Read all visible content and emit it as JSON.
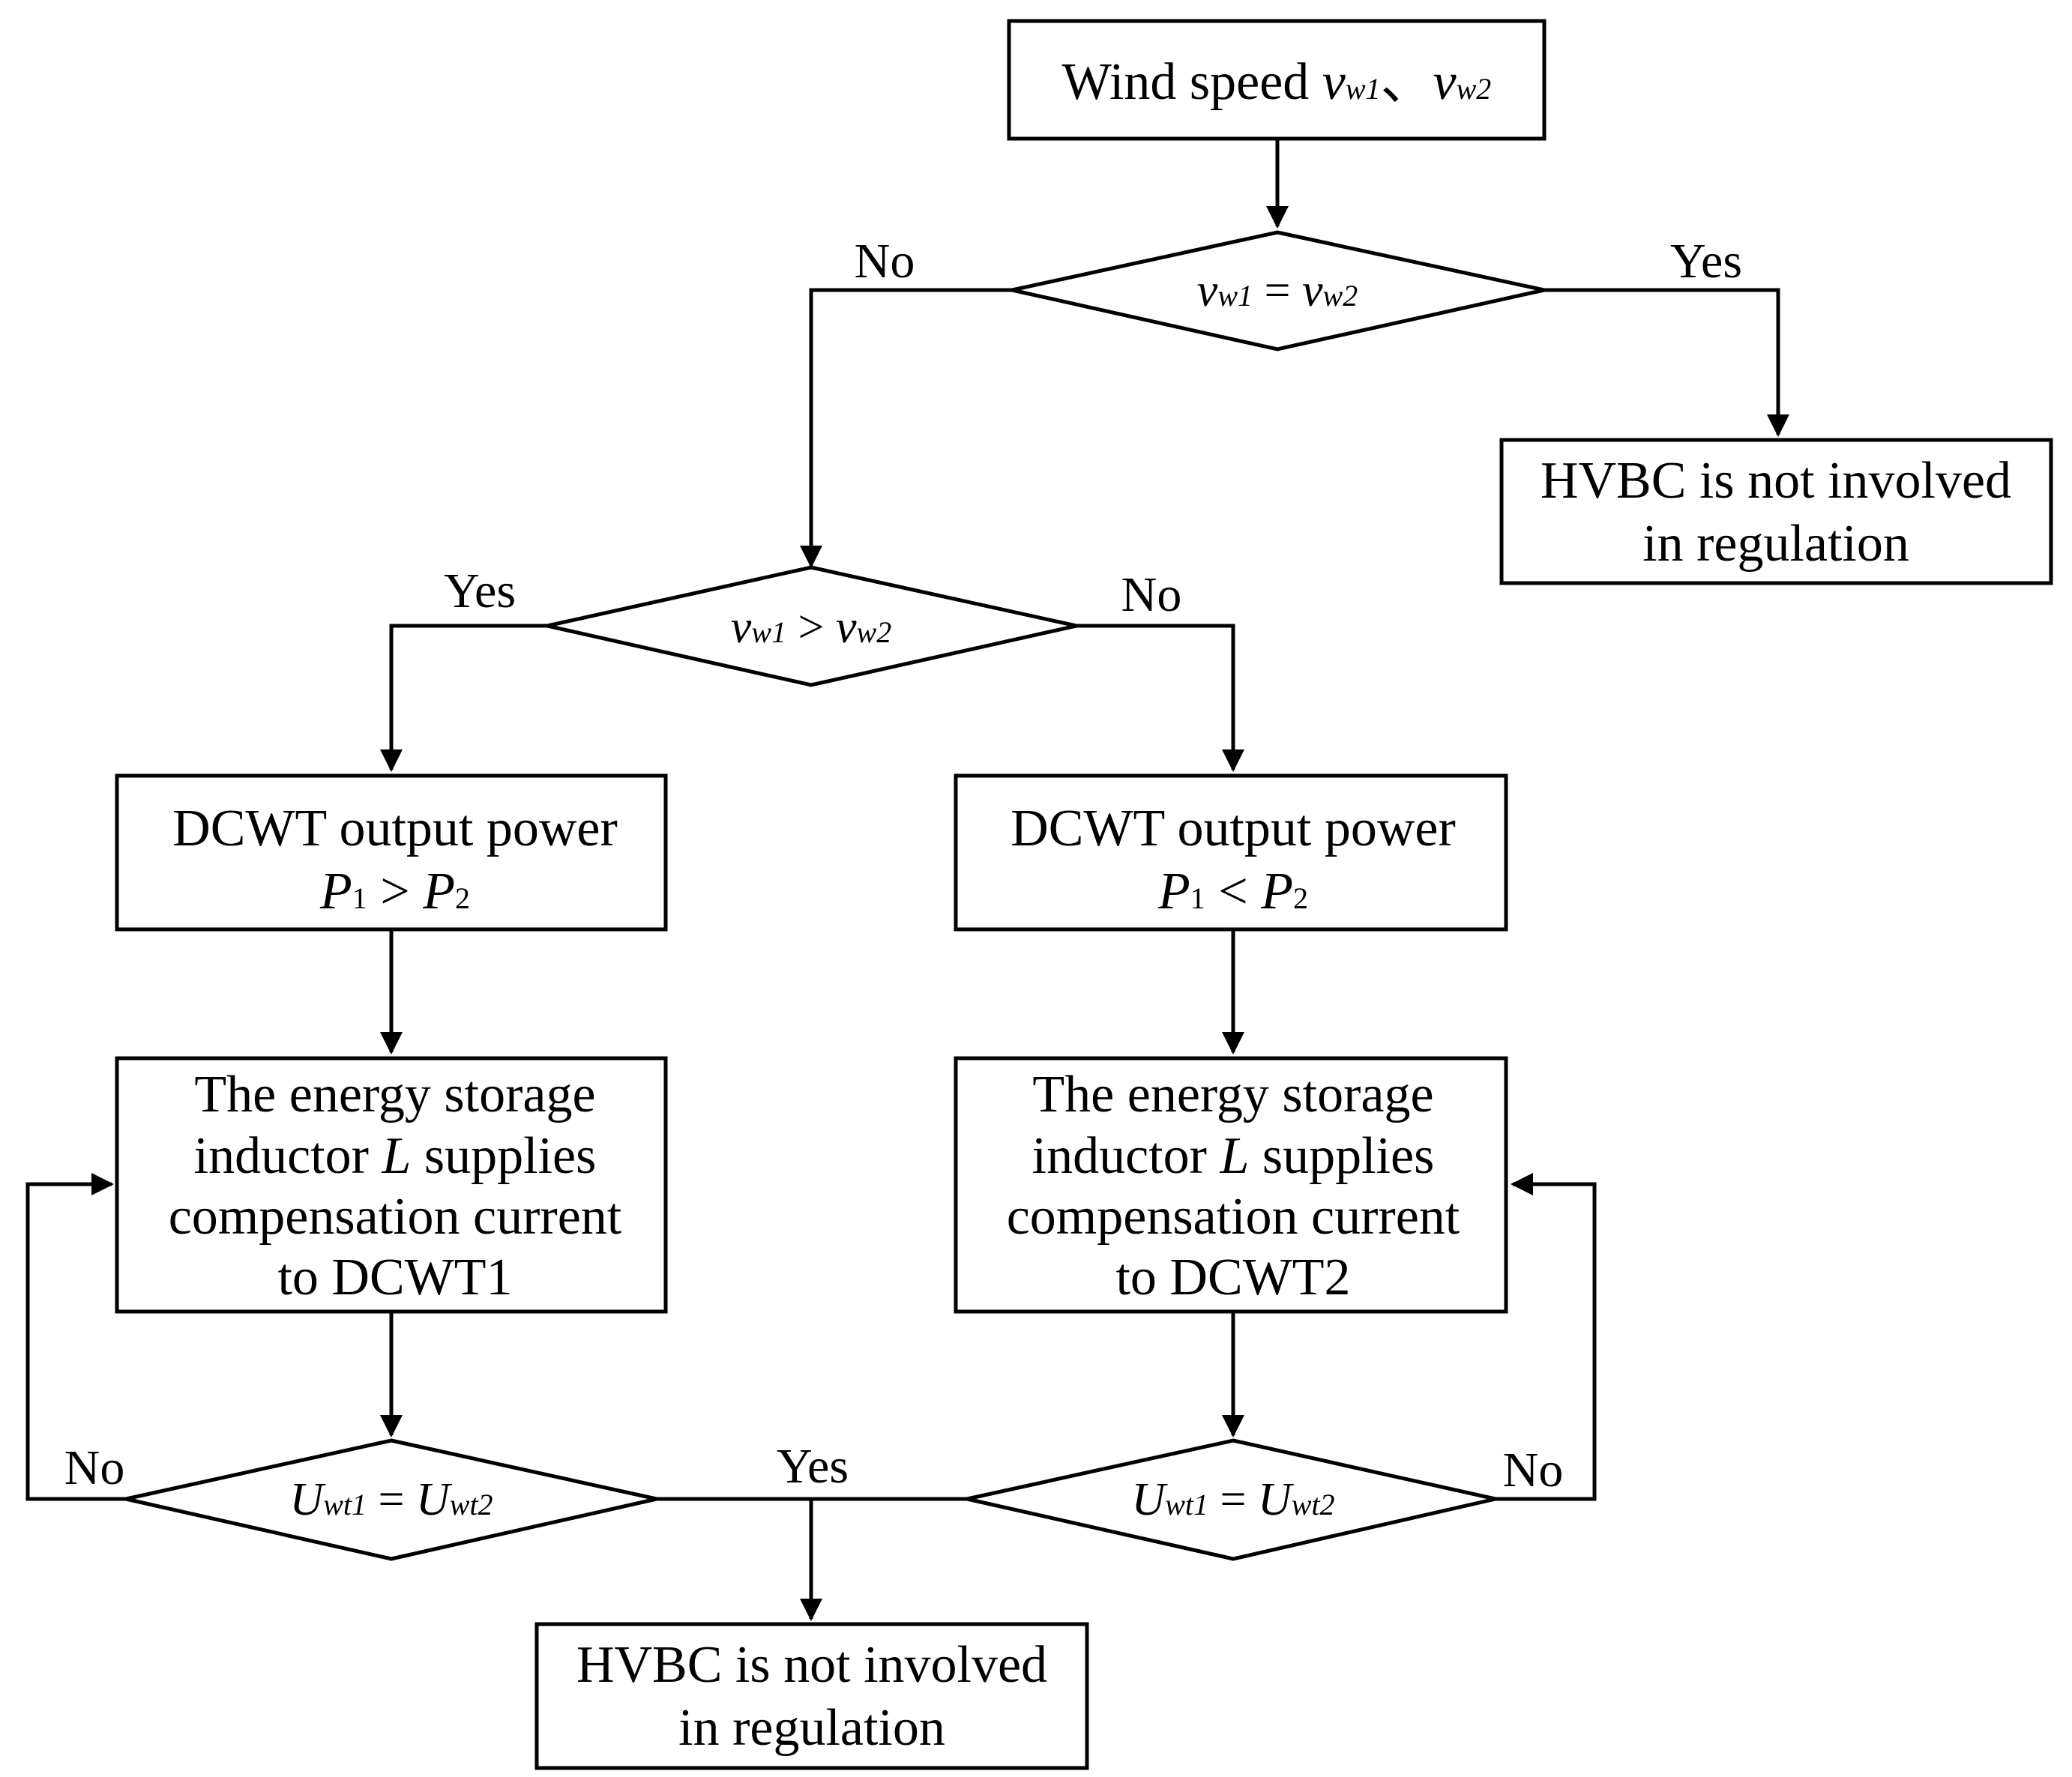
{
  "nodes": {
    "start": {
      "text": "Wind speed ",
      "var_a": "v",
      "sub_a": "w1",
      "sep": "、",
      "var_b": "v",
      "sub_b": "w2"
    },
    "cond_equal": {
      "var_a": "v",
      "sub_a": "w1",
      "op": " = ",
      "var_b": "v",
      "sub_b": "w2"
    },
    "result_top": {
      "line1": "HVBC is not involved",
      "line2": "in regulation"
    },
    "cond_greater": {
      "var_a": "v",
      "sub_a": "w1",
      "op": " > ",
      "var_b": "v",
      "sub_b": "w2"
    },
    "power_left": {
      "line1": "DCWT output power",
      "var_a": "P",
      "sub_a": "1",
      "op": " > ",
      "var_b": "P",
      "sub_b": "2"
    },
    "power_right": {
      "line1": "DCWT output power",
      "var_a": "P",
      "sub_a": "1",
      "op": " < ",
      "var_b": "P",
      "sub_b": "2"
    },
    "storage_left": {
      "line1": "The energy storage",
      "line2_pre": "inductor ",
      "line2_var": "L",
      "line2_post": " supplies",
      "line3": "compensation current",
      "line4": "to DCWT1"
    },
    "storage_right": {
      "line1": "The energy storage",
      "line2_pre": "inductor ",
      "line2_var": "L",
      "line2_post": " supplies",
      "line3": "compensation current",
      "line4": "to DCWT2"
    },
    "cond_u_left": {
      "var_a": "U",
      "sub_a": "wt1",
      "op": " = ",
      "var_b": "U",
      "sub_b": "wt2"
    },
    "cond_u_right": {
      "var_a": "U",
      "sub_a": "wt1",
      "op": " = ",
      "var_b": "U",
      "sub_b": "wt2"
    },
    "result_bottom": {
      "line1": "HVBC is not involved",
      "line2": "in regulation"
    }
  },
  "edge_labels": {
    "eq_no": "No",
    "eq_yes": "Yes",
    "gt_yes": "Yes",
    "gt_no": "No",
    "u_left_no": "No",
    "u_yes": "Yes",
    "u_right_no": "No"
  }
}
